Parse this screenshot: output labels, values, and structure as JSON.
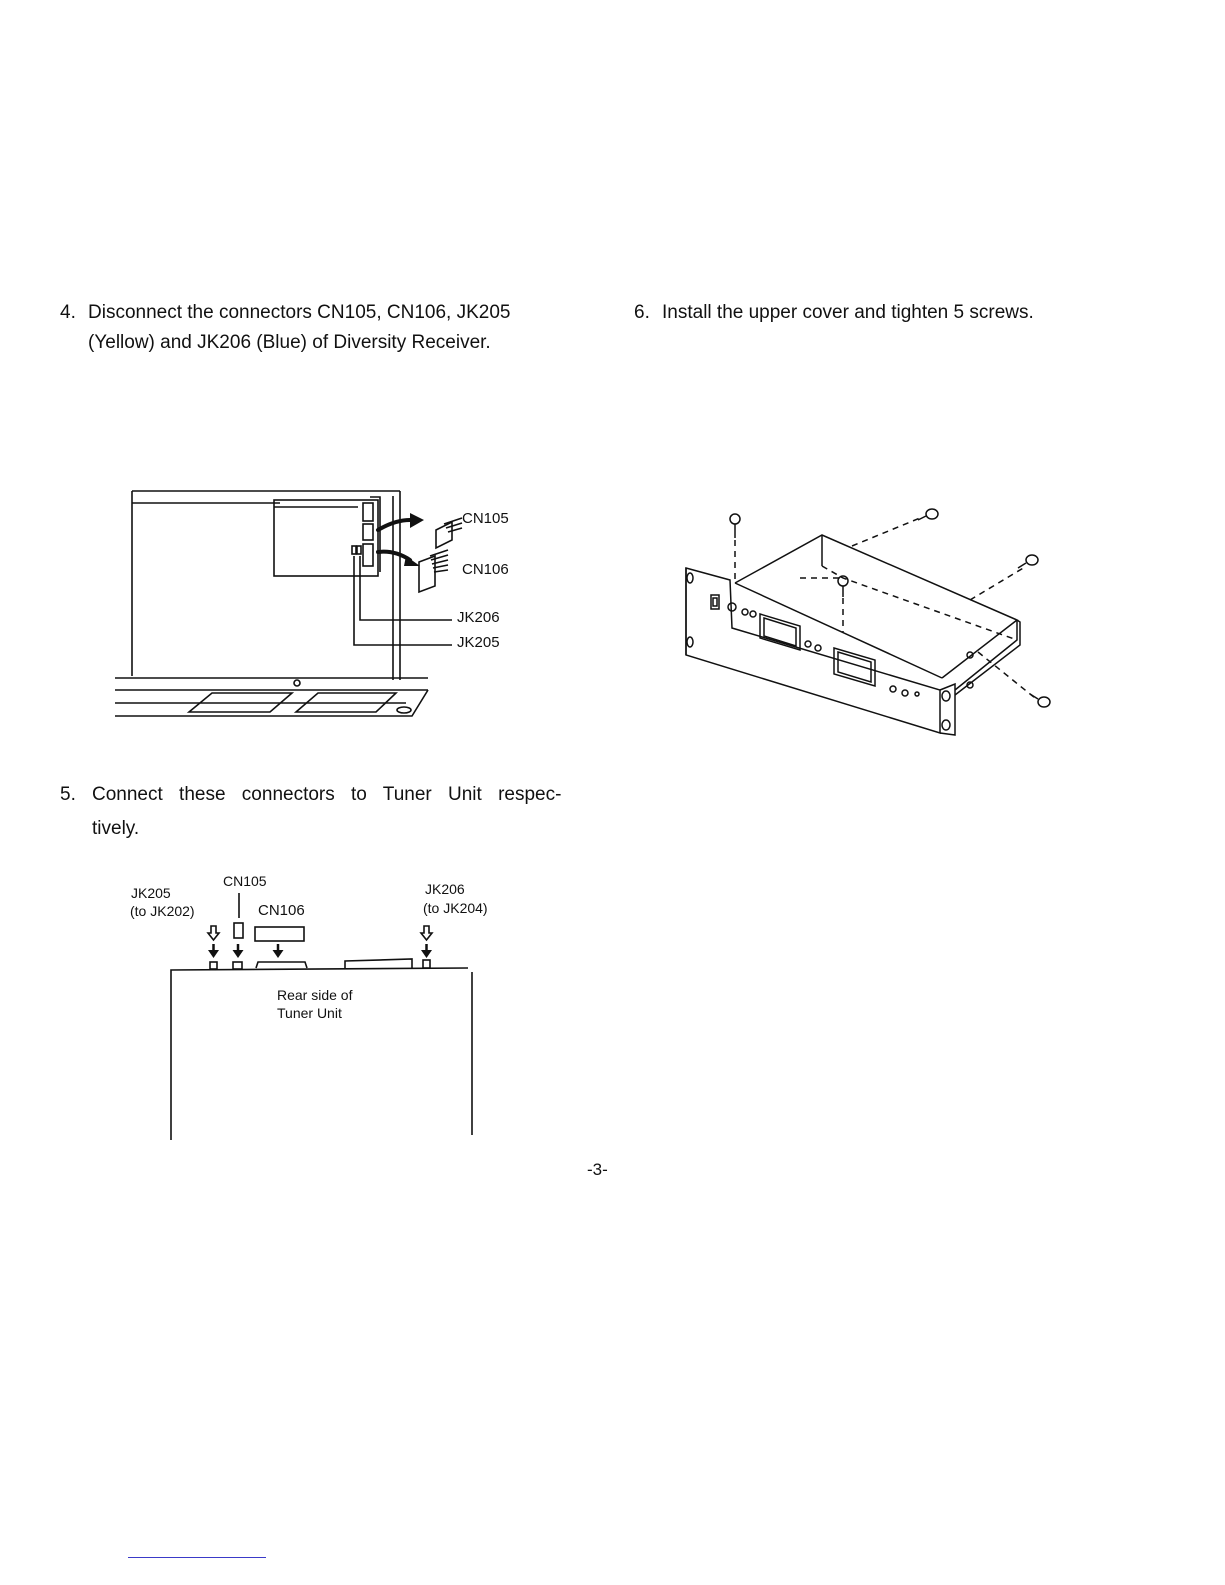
{
  "steps": {
    "s4": {
      "number": "4.",
      "line1": "Disconnect the connectors CN105, CN106, JK205",
      "line2": "(Yellow) and JK206 (Blue) of Diversity Receiver."
    },
    "s5": {
      "number": "5.",
      "line1": "Connect these connectors to Tuner Unit respec-",
      "line2": "tively."
    },
    "s6": {
      "number": "6.",
      "line1": "Install the upper cover and tighten 5 screws."
    }
  },
  "figure1": {
    "labels": {
      "cn105": "CN105",
      "cn106": "CN106",
      "jk206": "JK206",
      "jk205": "JK205"
    }
  },
  "figure2": {
    "labels": {
      "jk205": "JK205",
      "jk205_to": "(to JK202)",
      "cn105": "CN105",
      "cn106": "CN106",
      "jk206": "JK206",
      "jk206_to": "(to JK204)",
      "rear_line1": "Rear side of",
      "rear_line2": "Tuner Unit"
    }
  },
  "page_number": "-3-"
}
